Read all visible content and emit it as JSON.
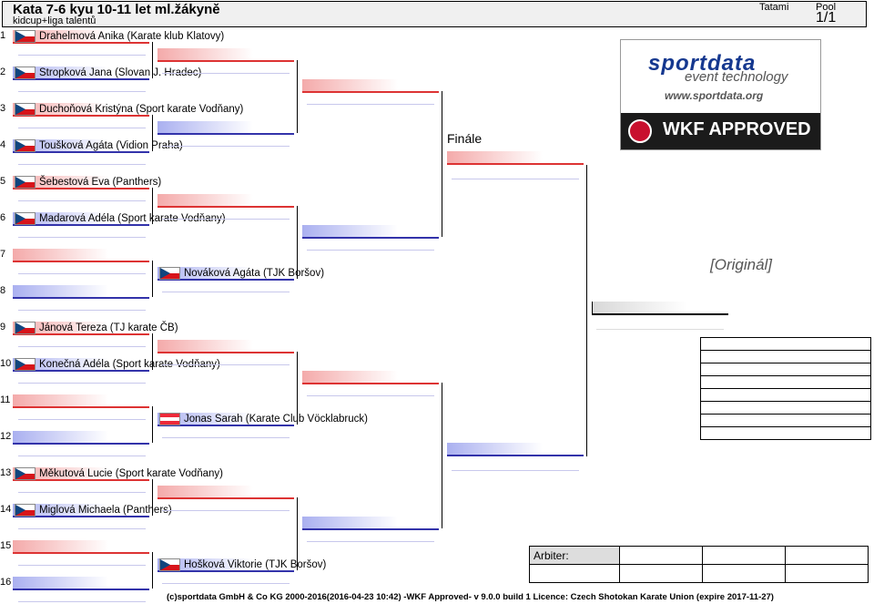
{
  "header": {
    "title": "Kata 7-6 kyu 10-11 let ml.žákyně",
    "subtitle": "kidcup+liga talentů",
    "tatami_label": "Tatami",
    "pool_label": "Pool",
    "pool_value": "1/1"
  },
  "competitors": [
    {
      "num": "1",
      "name": "Drahelmová Anika (Karate klub Klatovy)",
      "flag": "cz"
    },
    {
      "num": "2",
      "name": "Stropková Jana (Slovan J. Hradec)",
      "flag": "cz"
    },
    {
      "num": "3",
      "name": "Duchoňová Kristýna (Sport karate Vodňany)",
      "flag": "cz"
    },
    {
      "num": "4",
      "name": "Toušková Agáta (Vidion Praha)",
      "flag": "cz"
    },
    {
      "num": "5",
      "name": "Šebestová Eva (Panthers)",
      "flag": "cz"
    },
    {
      "num": "6",
      "name": "Madarová Adéla (Sport karate Vodňany)",
      "flag": "cz"
    },
    {
      "num": "7",
      "name": "",
      "flag": ""
    },
    {
      "num": "8",
      "name": "",
      "flag": ""
    },
    {
      "num": "9",
      "name": "Jánová Tereza (TJ karate ČB)",
      "flag": "cz"
    },
    {
      "num": "10",
      "name": "Konečná Adéla (Sport karate Vodňany)",
      "flag": "cz"
    },
    {
      "num": "11",
      "name": "",
      "flag": ""
    },
    {
      "num": "12",
      "name": "",
      "flag": ""
    },
    {
      "num": "13",
      "name": "Měkutová Lucie (Sport karate Vodňany)",
      "flag": "cz"
    },
    {
      "num": "14",
      "name": "Miglová Michaela (Panthers)",
      "flag": "cz"
    },
    {
      "num": "15",
      "name": "",
      "flag": ""
    },
    {
      "num": "16",
      "name": "",
      "flag": ""
    }
  ],
  "round2": {
    "bye_78": {
      "name": "Nováková Agáta (TJK Boršov)",
      "flag": "cz"
    },
    "bye_1112": {
      "name": "Jonas Sarah (Karate Club Vöcklabruck)",
      "flag": "at"
    },
    "bye_1516": {
      "name": "Hošková Viktorie (TJK Boršov)",
      "flag": "cz"
    }
  },
  "labels": {
    "finale": "Finále",
    "original": "[Originál]",
    "arbiter": "Arbiter:"
  },
  "logo": {
    "brand": "sportdata",
    "sub": "event technology",
    "url": "www.sportdata.org",
    "approved": "WKF APPROVED"
  },
  "footer": "(c)sportdata GmbH & Co KG 2000-2016(2016-04-23 10:42) -WKF Approved- v 9.0.0 build 1 Licence: Czech Shotokan Karate Union (expire 2017-11-27)",
  "colors": {
    "aka": "#d33333",
    "ao": "#3333aa"
  }
}
